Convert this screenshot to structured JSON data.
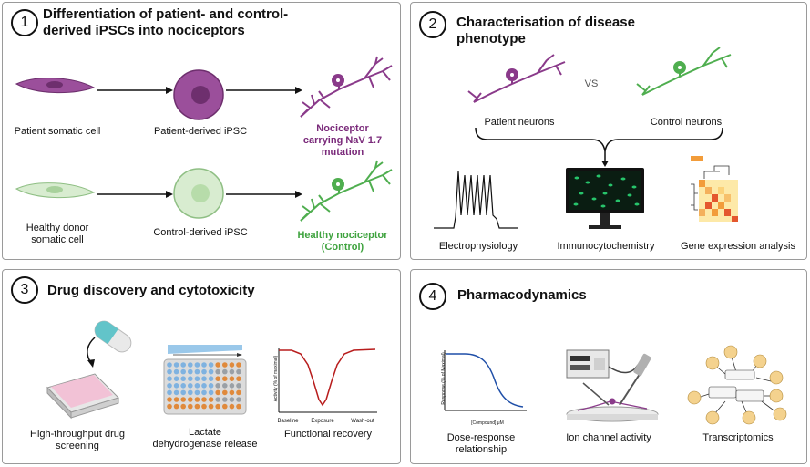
{
  "panel1": {
    "number": "1",
    "title": "Differentiation of patient- and control-derived iPSCs into nociceptors",
    "patient_somatic": "Patient somatic cell",
    "patient_ipsc": "Patient-derived iPSC",
    "nociceptor_mut_1": "Nociceptor",
    "nociceptor_mut_2": "carrying NaV 1.7",
    "nociceptor_mut_3": "mutation",
    "healthy_somatic_1": "Healthy donor",
    "healthy_somatic_2": "somatic cell",
    "control_ipsc": "Control-derived iPSC",
    "healthy_noc_1": "Healthy nociceptor",
    "healthy_noc_2": "(Control)"
  },
  "panel2": {
    "number": "2",
    "title_1": "Characterisation of disease",
    "title_2": "phenotype",
    "patient_neurons": "Patient neurons",
    "vs": "VS",
    "control_neurons": "Control neurons",
    "electrophysiology": "Electrophysiology",
    "immunocytochemistry": "Immunocytochemistry",
    "gene_expression": "Gene expression analysis"
  },
  "panel3": {
    "number": "3",
    "title": "Drug discovery and cytotoxicity",
    "hts_1": "High-throughput drug",
    "hts_2": "screening",
    "ldh_1": "Lactate",
    "ldh_2": "dehydrogenase release",
    "functional_recovery": "Functional recovery",
    "axis_y": "Activity (% of maximal)",
    "tick_baseline": "Baseline",
    "tick_exposure": "Exposure",
    "tick_washout": "Wash-out"
  },
  "panel4": {
    "number": "4",
    "title": "Pharmacodynamics",
    "dose_response_1": "Dose-response",
    "dose_response_2": "relationship",
    "ion_channel": "Ion channel activity",
    "transcriptomics": "Transcriptomics",
    "axis_y": "Response (% of Maximal)",
    "axis_x": "[Compound] μM"
  },
  "colors": {
    "purple": "#7a2a7a",
    "cell_purple": "#9b4f9b",
    "green": "#3fa33f",
    "cell_green": "#cfe8c6",
    "red_curve": "#b81d1d",
    "blue_curve": "#1f4fa8"
  }
}
